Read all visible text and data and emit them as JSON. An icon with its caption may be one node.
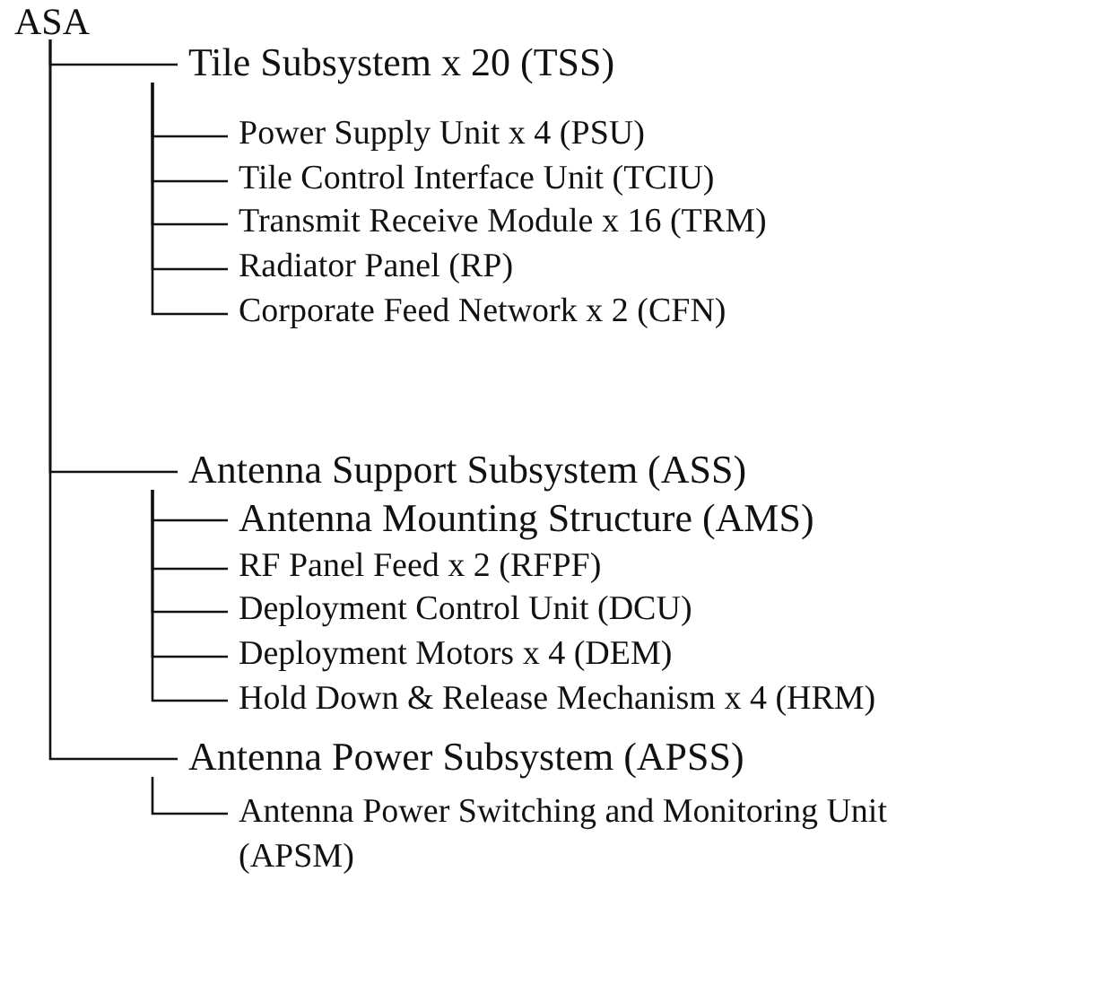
{
  "diagram": {
    "nodes": [
      {
        "text": [
          "ASA"
        ]
      },
      {
        "text": [
          "Tile Subsystem x 20 (TSS)"
        ]
      },
      {
        "text": [
          "Power Supply Unit x 4 (PSU)"
        ]
      },
      {
        "text": [
          "Tile Control Interface Unit (TCIU)"
        ]
      },
      {
        "text": [
          "Transmit Receive Module x 16 (TRM)"
        ]
      },
      {
        "text": [
          "Radiator Panel (RP)"
        ]
      },
      {
        "text": [
          "Corporate Feed Network x 2 (CFN)"
        ]
      },
      {
        "text": [
          "Antenna Support Subsystem (ASS)"
        ]
      },
      {
        "text": [
          "Antenna Mounting Structure (AMS)"
        ]
      },
      {
        "text": [
          "RF Panel Feed x 2 (RFPF)"
        ]
      },
      {
        "text": [
          "Deployment Control Unit (DCU)"
        ]
      },
      {
        "text": [
          "Deployment Motors x 4 (DEM)"
        ]
      },
      {
        "text": [
          "Hold Down & Release Mechanism x 4 (HRM)"
        ]
      },
      {
        "text": [
          "Antenna Power Subsystem (APSS)"
        ]
      },
      {
        "text": [
          "Antenna Power Switching and Monitoring Unit (APSM)"
        ]
      }
    ],
    "edges": [
      {
        "from": 0,
        "to": 1,
        "arrow": "none"
      },
      {
        "from": 1,
        "to": 2,
        "arrow": "none"
      },
      {
        "from": 1,
        "to": 3,
        "arrow": "none"
      },
      {
        "from": 1,
        "to": 4,
        "arrow": "none"
      },
      {
        "from": 1,
        "to": 5,
        "arrow": "none"
      },
      {
        "from": 1,
        "to": 6,
        "arrow": "none"
      },
      {
        "from": 0,
        "to": 7,
        "arrow": "none"
      },
      {
        "from": 7,
        "to": 8,
        "arrow": "none"
      },
      {
        "from": 7,
        "to": 9,
        "arrow": "none"
      },
      {
        "from": 7,
        "to": 10,
        "arrow": "none"
      },
      {
        "from": 7,
        "to": 11,
        "arrow": "none"
      },
      {
        "from": 7,
        "to": 12,
        "arrow": "none"
      },
      {
        "from": 0,
        "to": 13,
        "arrow": "none"
      },
      {
        "from": 13,
        "to": 14,
        "arrow": "none"
      }
    ]
  }
}
